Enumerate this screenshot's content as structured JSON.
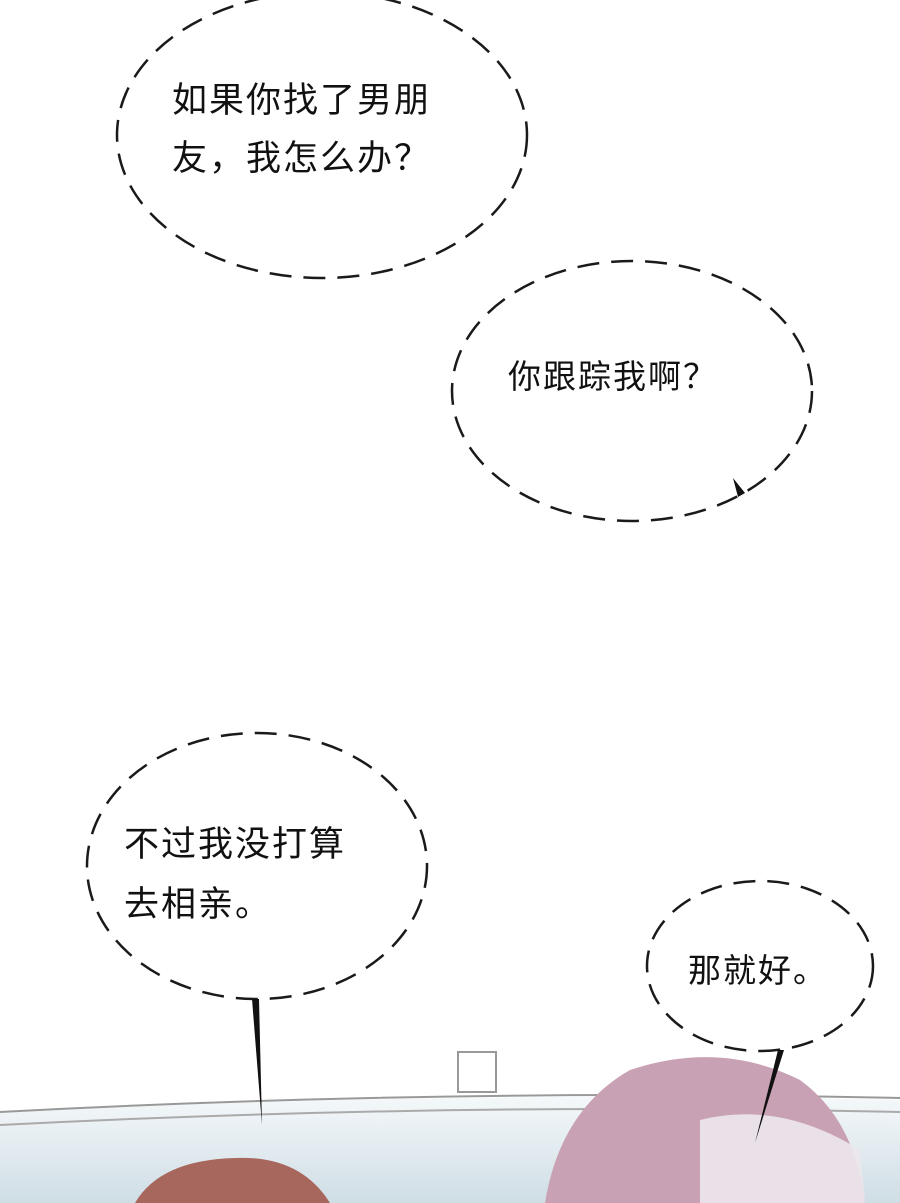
{
  "bubbles": [
    {
      "lines": [
        "如果你找了男朋",
        "友，我怎么办？"
      ]
    },
    {
      "lines": [
        "你跟踪我啊？"
      ]
    },
    {
      "lines": [
        "不过我没打算",
        "去相亲。"
      ]
    },
    {
      "lines": [
        "那就好。"
      ]
    }
  ],
  "colors": {
    "bubble_stroke": "#1a1a1a",
    "hair_left": "#a8675d",
    "hair_right": "#c9a1b4",
    "window": "#dfe9ee"
  }
}
